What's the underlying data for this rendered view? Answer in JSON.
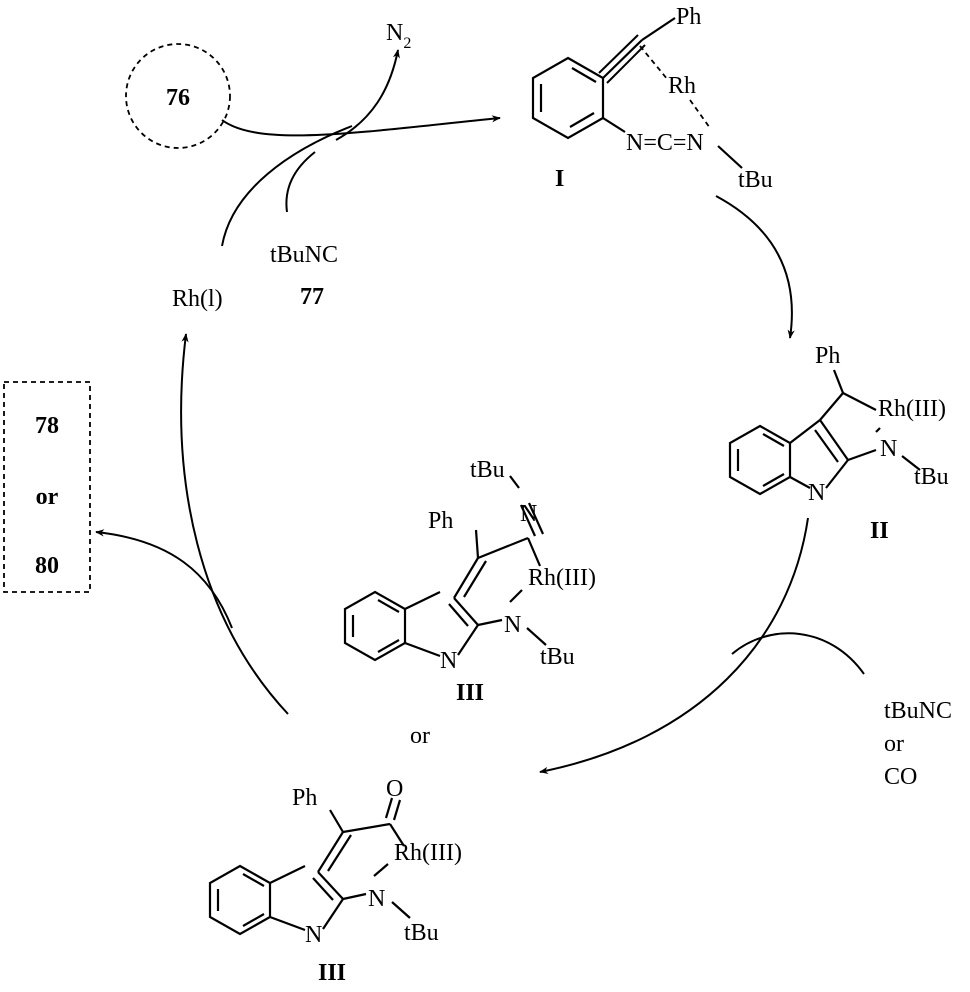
{
  "reagent_76": "76",
  "byproduct_n2": "N",
  "byproduct_n2_sub": "2",
  "reagent_77_name": "tBuNC",
  "reagent_77_num": "77",
  "catalyst": "Rh(l)",
  "products": {
    "first": "78",
    "or": "or",
    "second": "80"
  },
  "intermediate_I": {
    "label": "I",
    "ph": "Ph",
    "rh": "Rh",
    "chain": "N=C=N",
    "tbu": "tBu"
  },
  "intermediate_II": {
    "label": "II",
    "ph": "Ph",
    "rh": "Rh(III)",
    "n_amine": "N",
    "n_ring": "N",
    "tbu": "tBu"
  },
  "intermediate_III_imine": {
    "label": "III",
    "tbu_top": "tBu",
    "n_imine": "N",
    "ph": "Ph",
    "rh": "Rh(III)",
    "n_amine": "N",
    "n_ring": "N",
    "tbu": "tBu"
  },
  "or_between": "or",
  "intermediate_III_co": {
    "label": "III",
    "o": "O",
    "ph": "Ph",
    "rh": "Rh(III)",
    "n_amine": "N",
    "n_ring": "N",
    "tbu": "tBu"
  },
  "insertion_reagent": {
    "line1": "tBuNC",
    "line2": "or",
    "line3": "CO"
  }
}
